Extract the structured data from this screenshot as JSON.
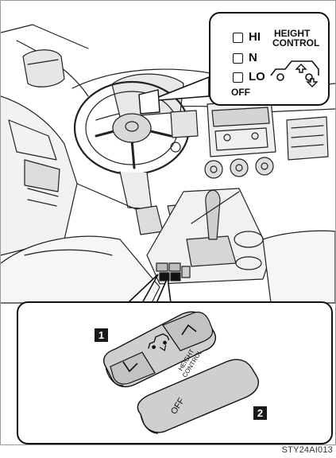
{
  "indicator": {
    "items": [
      {
        "label": "HI"
      },
      {
        "label": "N"
      },
      {
        "label": "LO"
      }
    ],
    "off_label": "OFF",
    "title_line1": "HEIGHT",
    "title_line2": "CONTROL"
  },
  "switch_detail": {
    "badge_1": "1",
    "badge_2": "2",
    "button_text": [
      "HEIGHT",
      "CONTROL",
      "OFF"
    ]
  },
  "caption": "STY24AI013"
}
